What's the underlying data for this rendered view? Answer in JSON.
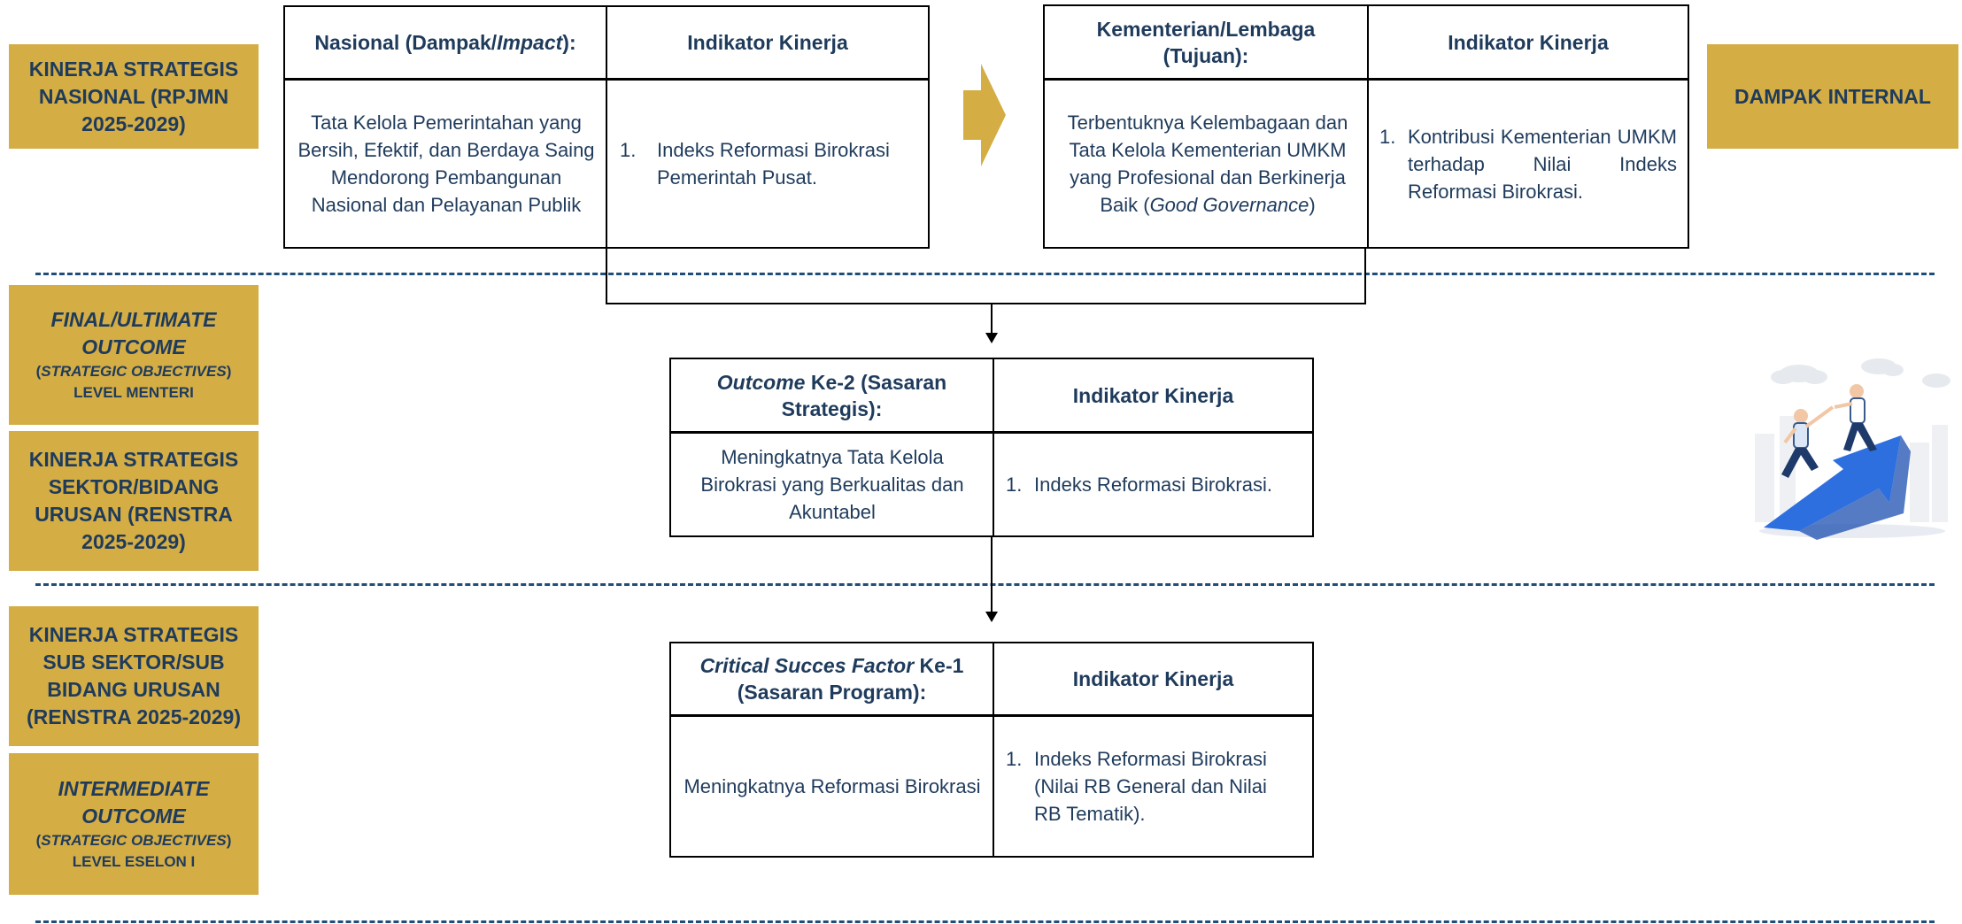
{
  "left_labels": {
    "kinerja_nasional": [
      "KINERJA STRATEGIS",
      "NASIONAL (RPJMN",
      "2025-2029)"
    ],
    "final_outcome": {
      "line1": "FINAL/ULTIMATE",
      "line2": "OUTCOME",
      "line3_open": "(",
      "line3_italic": "STRATEGIC OBJECTIVES",
      "line3_close": ")",
      "line4": "LEVEL MENTERI"
    },
    "kinerja_sektor": [
      "KINERJA STRATEGIS",
      "SEKTOR/BIDANG",
      "URUSAN (RENSTRA",
      "2025-2029)"
    ],
    "kinerja_subsektor": [
      "KINERJA STRATEGIS",
      "SUB SEKTOR/SUB",
      "BIDANG URUSAN",
      "(RENSTRA 2025-2029)"
    ],
    "intermediate_outcome": {
      "line1": "INTERMEDIATE",
      "line2": "OUTCOME",
      "line3_open": "(",
      "line3_italic": "STRATEGIC OBJECTIVES",
      "line3_close": ")",
      "line4": "LEVEL ESELON I"
    }
  },
  "right_label": "DAMPAK INTERNAL",
  "nasional_table": {
    "header_left_pre": "Nasional (Dampak/",
    "header_left_italic": "Impact",
    "header_left_post": "):",
    "header_right": "Indikator Kinerja",
    "body_left": "Tata Kelola Pemerintahan yang Bersih, Efektif, dan Berdaya Saing Mendorong Pembangunan Nasional dan Pelayanan Publik",
    "indicator_num": "1.",
    "indicator_text": "Indeks Reformasi Birokrasi Pemerintah Pusat."
  },
  "kementerian_table": {
    "header_left": "Kementerian/Lembaga (Tujuan):",
    "header_right": "Indikator Kinerja",
    "body_left_pre": "Terbentuknya Kelembagaan dan Tata Kelola Kementerian UMKM yang Profesional dan Berkinerja Baik (",
    "body_left_italic": "Good Governance",
    "body_left_post": ")",
    "indicator_num": "1.",
    "indicator_text": "Kontribusi Kementerian UMKM terhadap Nilai Indeks Reformasi Birokrasi."
  },
  "outcome_table": {
    "header_left_italic": "Outcome",
    "header_left_post": " Ke-2 (Sasaran Strategis):",
    "header_right": "Indikator Kinerja",
    "body_left": "Meningkatnya Tata Kelola Birokrasi yang Berkualitas dan Akuntabel",
    "indicator_num": "1.",
    "indicator_text": "Indeks Reformasi Birokrasi."
  },
  "csf_table": {
    "header_left_italic": "Critical Succes Factor",
    "header_left_post": " Ke-1 (Sasaran Program):",
    "header_right": "Indikator Kinerja",
    "body_left": "Meningkatnya Reformasi Birokrasi",
    "indicator_num": "1.",
    "indicator_text": "Indeks Reformasi Birokrasi (Nilai RB General dan Nilai RB Tematik)."
  },
  "icons": {
    "flow_arrow": "right-chevron-arrow-icon",
    "illustration": "teamwork-climb-illustration"
  },
  "colors": {
    "gold": "#d4ad45",
    "navy_text": "#1f3b5c",
    "dash": "#1f4e79"
  }
}
